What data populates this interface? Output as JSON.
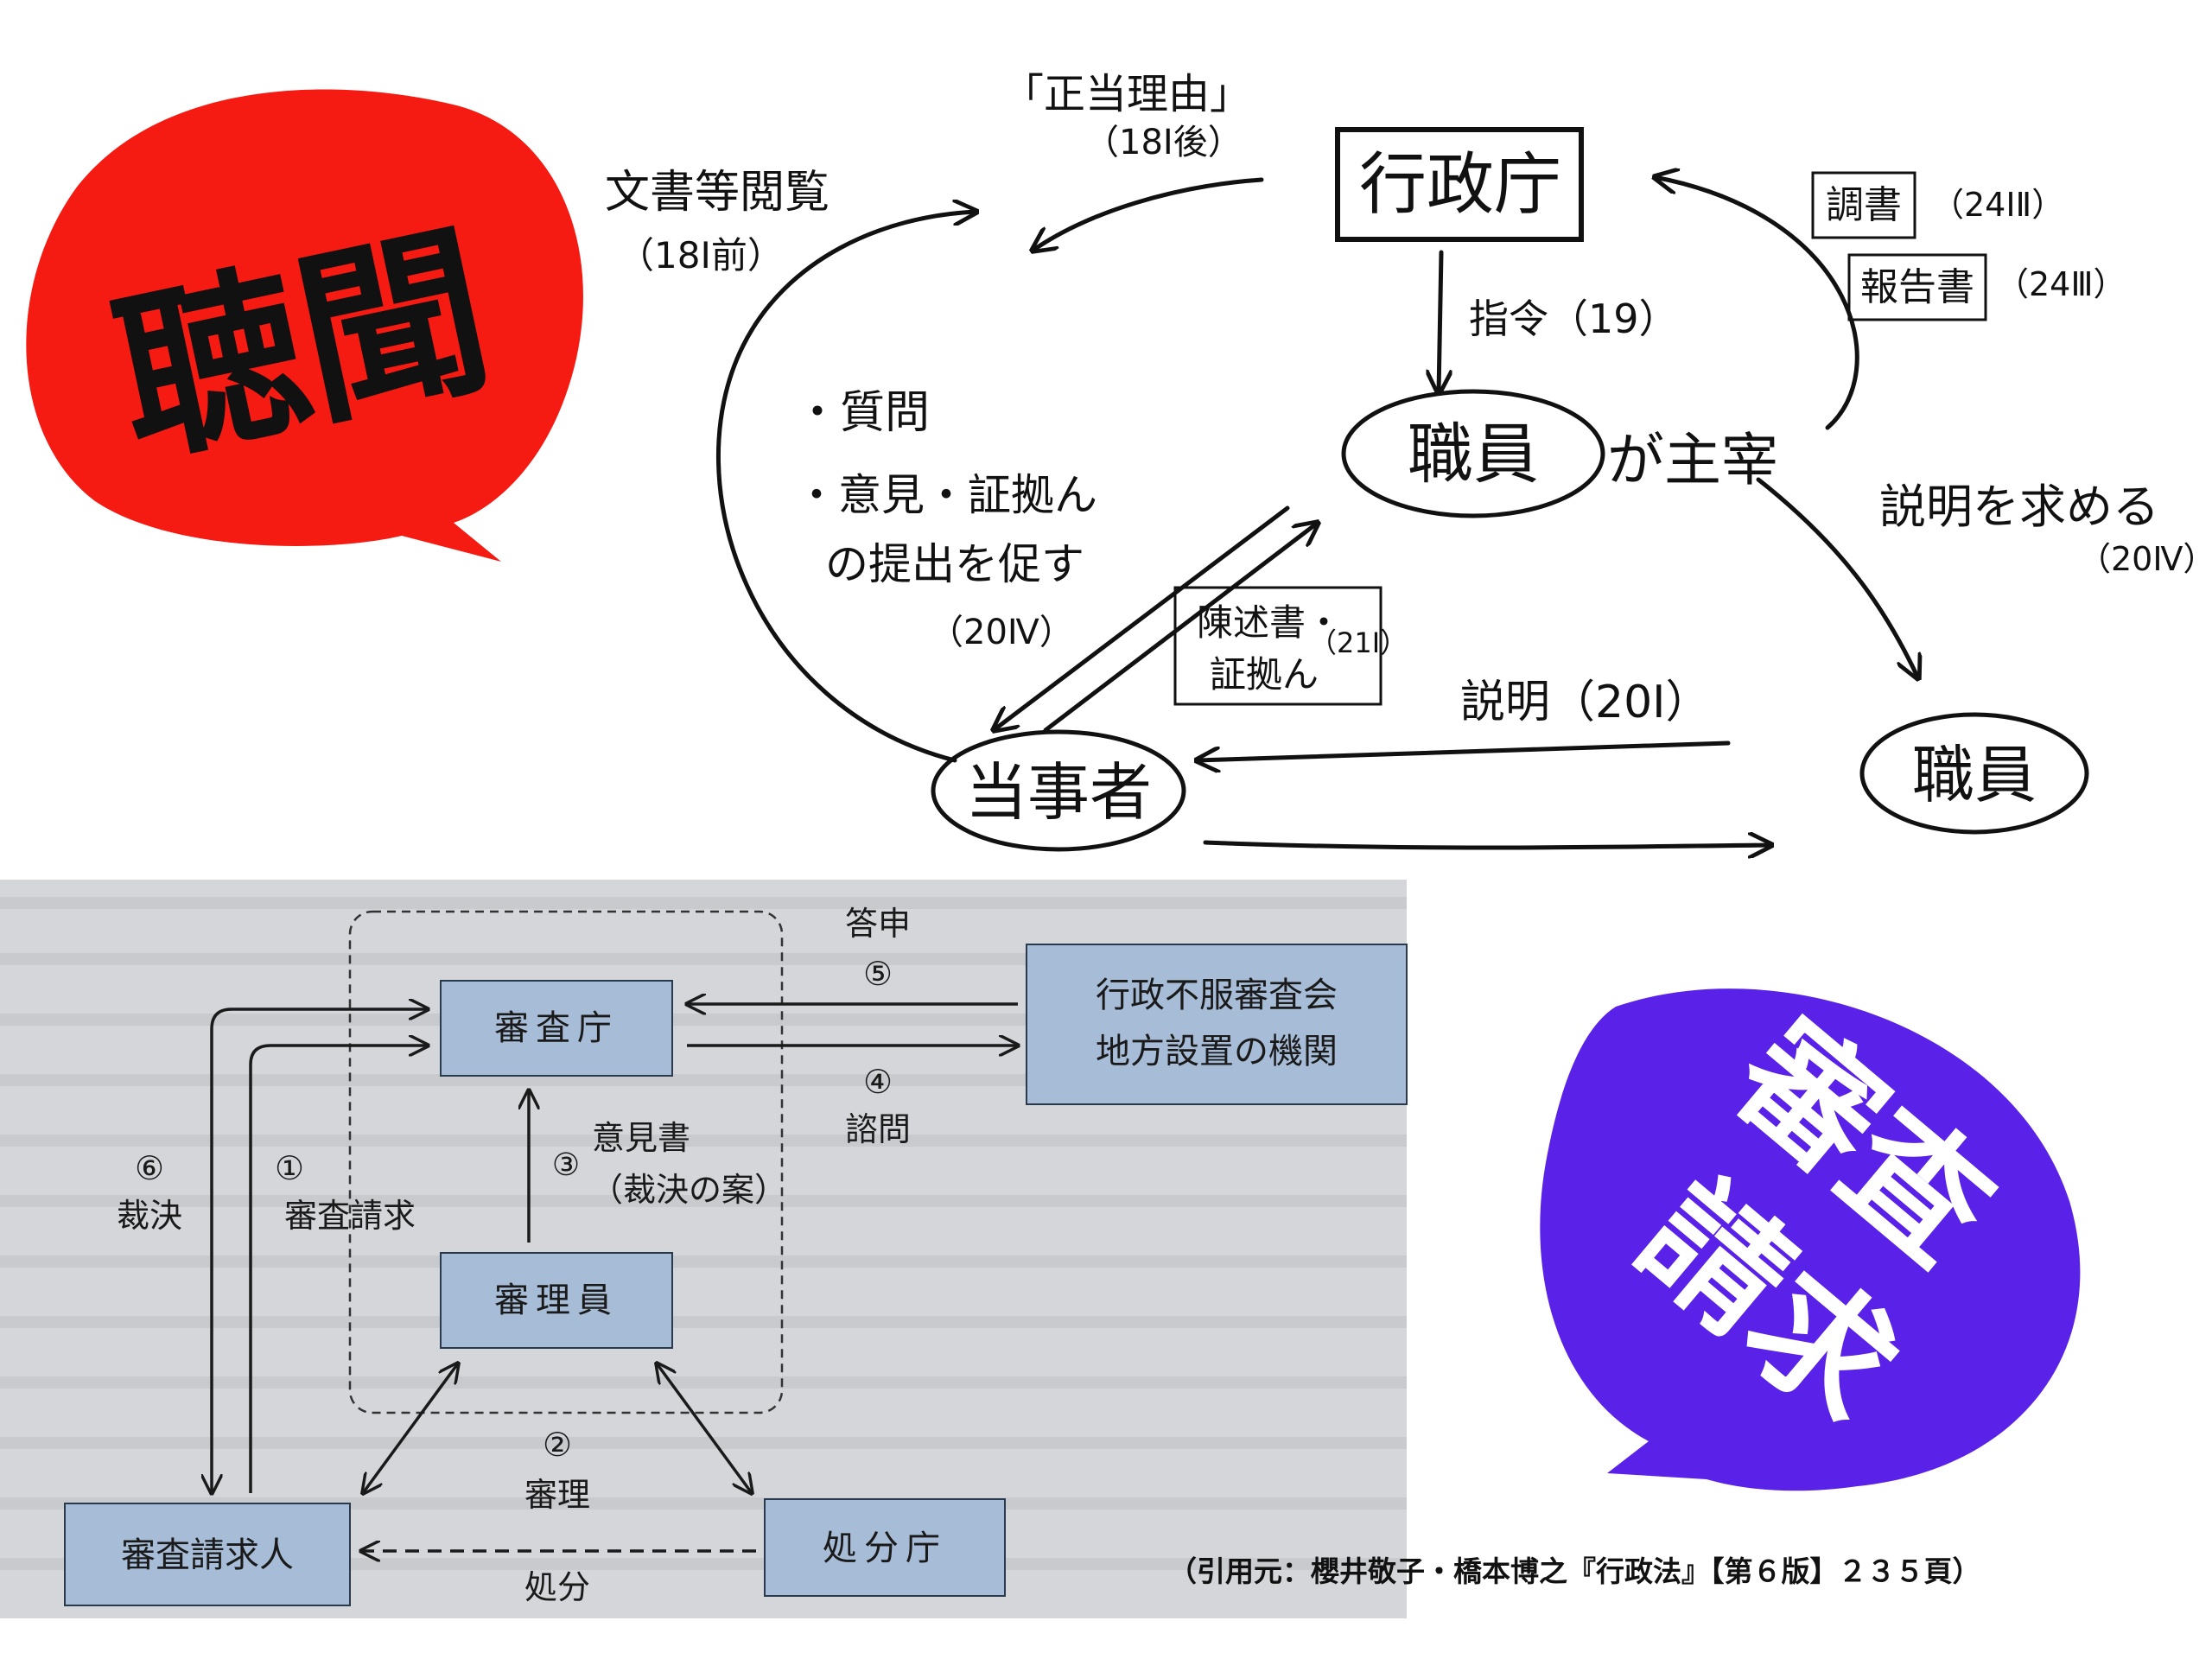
{
  "bubbles": {
    "hearing": {
      "label": "聴聞",
      "color": "#f51a12"
    },
    "review": {
      "line1": "審査",
      "line2": "請求",
      "color": "#5a22e8"
    }
  },
  "hearing_diagram": {
    "agency": "行政庁",
    "official_center": "職員",
    "presides": "が主宰",
    "party": "当事者",
    "official_right": "職員",
    "order": "指令（19）",
    "document_view": "文書等閲覧",
    "document_view_ref": "（18Ⅰ前）",
    "just_reason": "「正当理由」",
    "just_reason_ref": "（18Ⅰ後）",
    "record": "調書",
    "record_ref": "（24ⅠⅡ）",
    "report": "報告書",
    "report_ref": "（24Ⅲ）",
    "question": "・質問",
    "opinion_line1": "・意見・証拠ん",
    "opinion_line2": "の提出を促す",
    "opinion_ref": "（20Ⅳ）",
    "statement_line1": "陳述書・",
    "statement_line2": "証拠ん",
    "statement_ref": "（21Ⅰ）",
    "request_explain": "説明を求める",
    "request_explain_ref": "（20Ⅳ）",
    "explain": "説明（20Ⅰ）"
  },
  "review_diagram": {
    "agency": "審査庁",
    "examiner": "審理員",
    "requester": "審査請求人",
    "disposer": "処分庁",
    "council_line1": "行政不服審査会",
    "council_line2": "地方設置の機関",
    "step1_num": "①",
    "step1": "審査請求",
    "step2_num": "②",
    "step2": "審理",
    "step3_num": "③",
    "step3_line1": "意見書",
    "step3_line2": "（裁決の案）",
    "step4_num": "④",
    "step4": "諮問",
    "step5_num": "⑤",
    "step5": "答申",
    "step6_num": "⑥",
    "step6": "裁決",
    "disposition": "処分"
  },
  "citation": "（引用元：櫻井敬子・橋本博之『行政法』【第６版】２３５頁）"
}
